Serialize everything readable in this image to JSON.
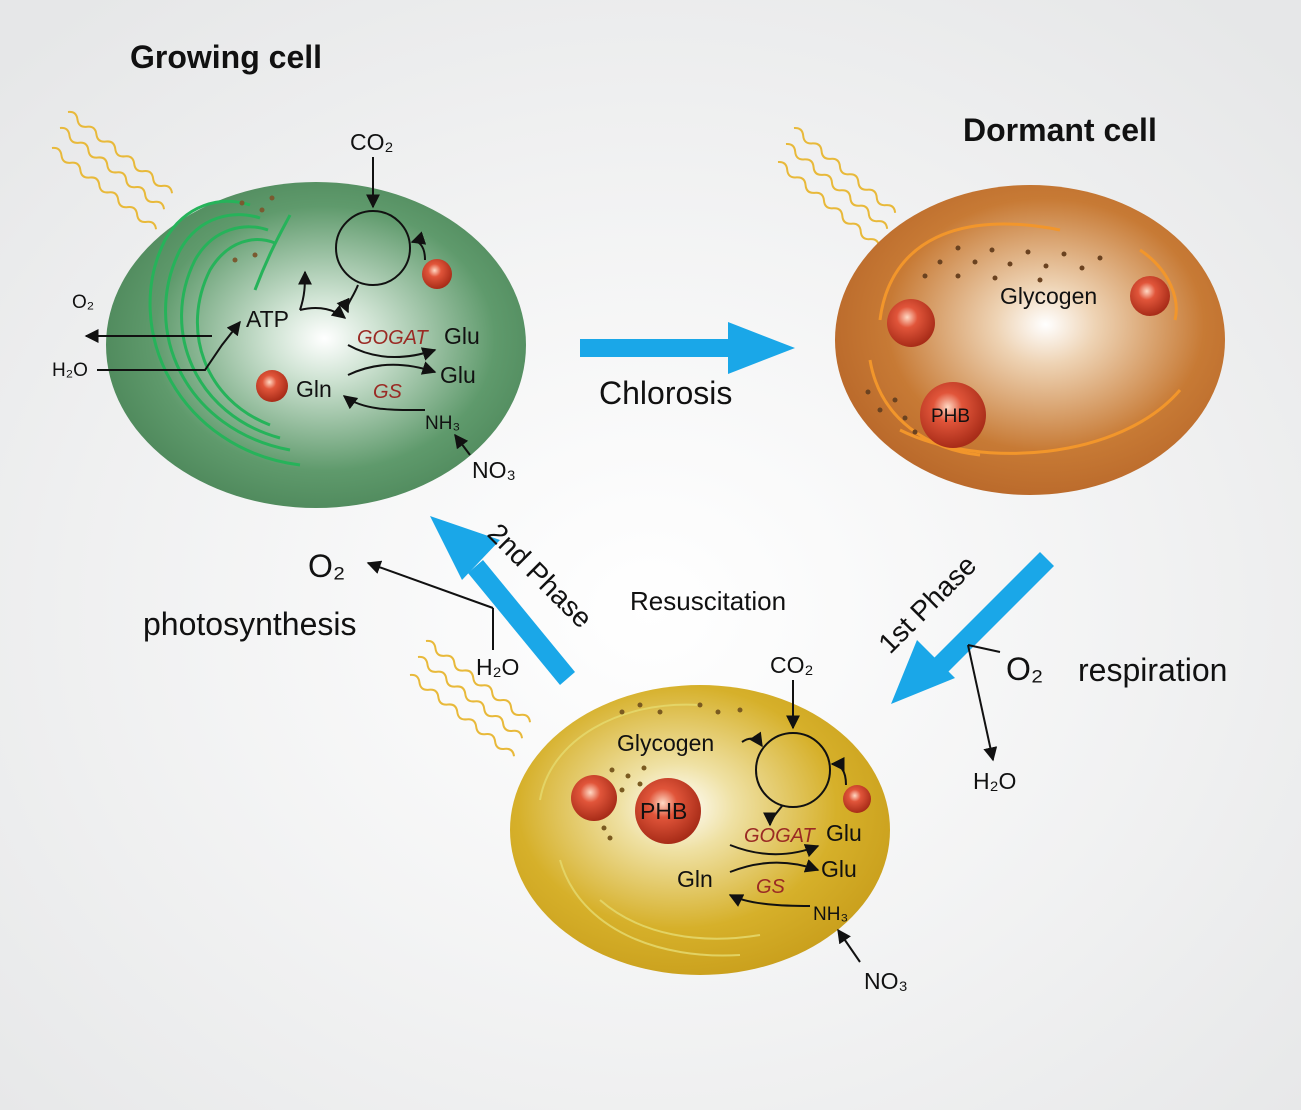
{
  "titles": {
    "growing": "Growing cell",
    "dormant": "Dormant cell"
  },
  "transitions": {
    "chlorosis": "Chlorosis",
    "phase1": "1st Phase",
    "phase2": "2nd Phase",
    "resuscitation": "Resuscitation"
  },
  "side_labels": {
    "photosynthesis": "photosynthesis",
    "photo_o2": "O₂",
    "photo_h2o": "H₂O",
    "respiration": "respiration",
    "resp_o2": "O₂",
    "resp_h2o": "H₂O"
  },
  "growing_cell": {
    "co2": "CO₂",
    "o2": "O₂",
    "h2o": "H₂O",
    "atp": "ATP",
    "gogat": "GOGAT",
    "glu1": "Glu",
    "glu2": "Glu",
    "gln": "Gln",
    "gs": "GS",
    "nh3": "NH₃",
    "no3": "NO₃"
  },
  "dormant_cell": {
    "glycogen": "Glycogen",
    "phb": "PHB"
  },
  "resuscitating_cell": {
    "co2": "CO₂",
    "glycogen": "Glycogen",
    "phb": "PHB",
    "gogat": "GOGAT",
    "glu1": "Glu",
    "glu2": "Glu",
    "gln": "Gln",
    "gs": "GS",
    "nh3": "NH₃",
    "no3": "NO₃"
  },
  "colors": {
    "arrow_blue": "#1aa7e8",
    "growing_cell": "#4e8a5c",
    "dormant_cell": "#c06a28",
    "resuscitating_cell": "#d4ac22",
    "granule_red": "#c0391e",
    "light_wave": "#e8b93a"
  }
}
